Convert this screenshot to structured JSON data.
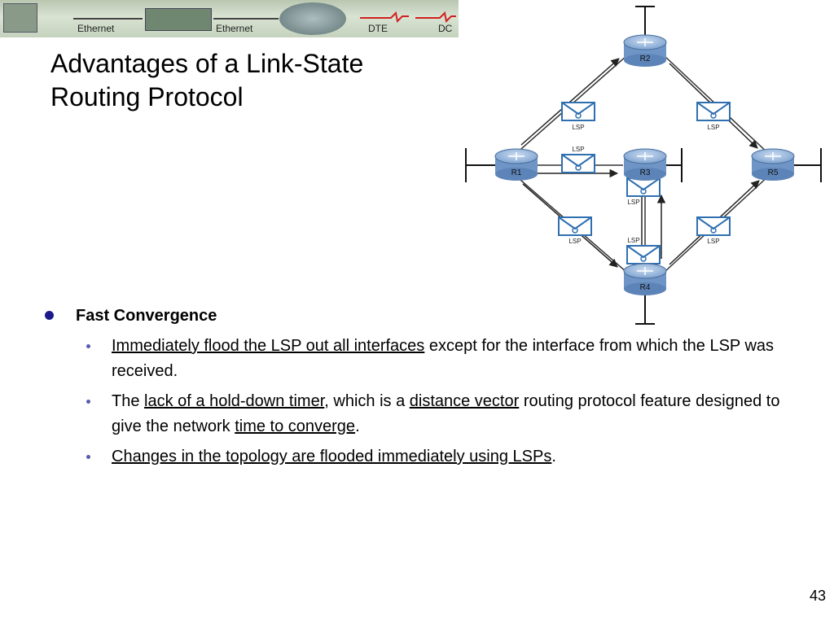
{
  "banner": {
    "labels": [
      "Ethernet",
      "Ethernet",
      "DTE",
      "DC"
    ]
  },
  "title": {
    "line1": "Advantages of a Link-State",
    "line2": "Routing Protocol"
  },
  "diagram": {
    "routers": [
      "R2",
      "R1",
      "R3",
      "R5",
      "R4"
    ],
    "packet_label": "LSP"
  },
  "bullets": {
    "heading": "Fast Convergence",
    "item1": {
      "underlined": "Immediately flood the LSP out all interfaces",
      "rest": " except for the interface from which the LSP was received."
    },
    "item2": {
      "t1": "The ",
      "u1": "lack of a hold-down timer",
      "t2": ", which is a ",
      "u2": "distance vector",
      "t3": " routing protocol feature designed to give the network ",
      "u3": "time to converge",
      "t4": "."
    },
    "item3": {
      "underlined": "Changes in the topology are flooded immediately using LSPs",
      "rest": "."
    }
  },
  "page_number": "43",
  "colors": {
    "router_body": "#7fa3d0",
    "lsp_envelope": "#2f6fb0",
    "bullet_primary": "#1a1a8c",
    "bullet_secondary": "#5a5ab0"
  }
}
